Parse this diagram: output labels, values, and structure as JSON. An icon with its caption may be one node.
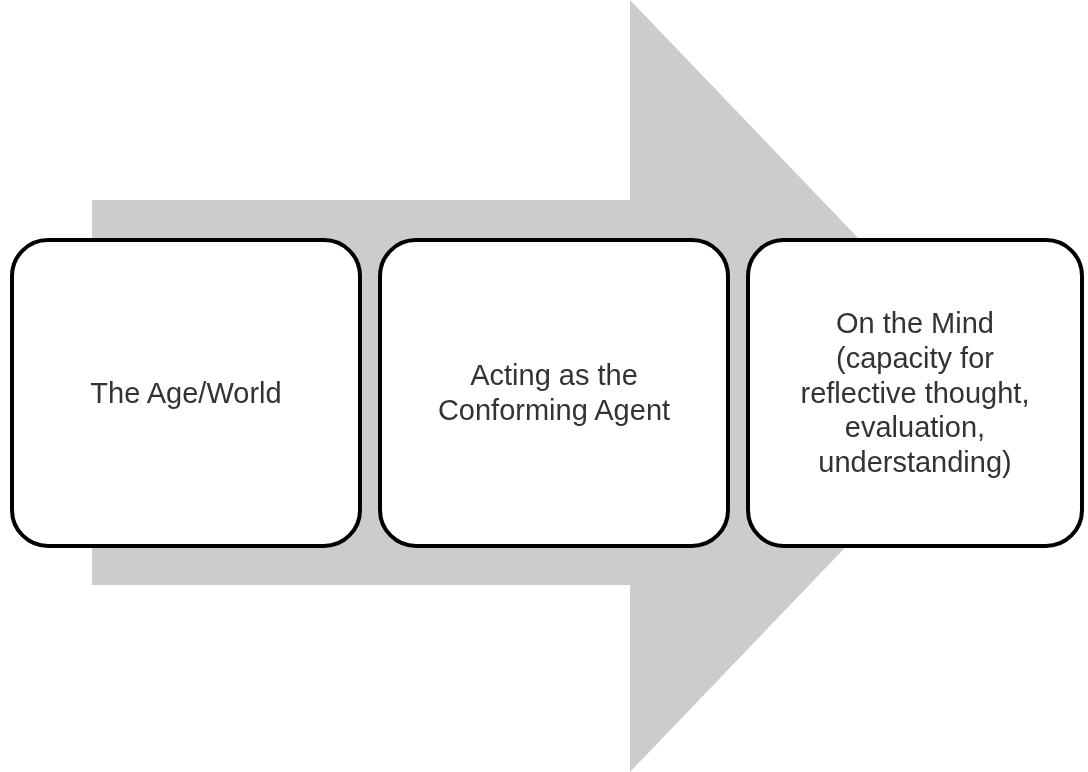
{
  "diagram": {
    "nodes": [
      {
        "text": [
          "The Age/World"
        ]
      },
      {
        "text": [
          "Acting as the Conforming Agent"
        ]
      },
      {
        "text": [
          "On the Mind (capacity for reflective thought, evaluation, understanding)"
        ]
      }
    ],
    "edges": [
      {
        "from": 0,
        "to": 2,
        "arrow": "to"
      }
    ]
  }
}
